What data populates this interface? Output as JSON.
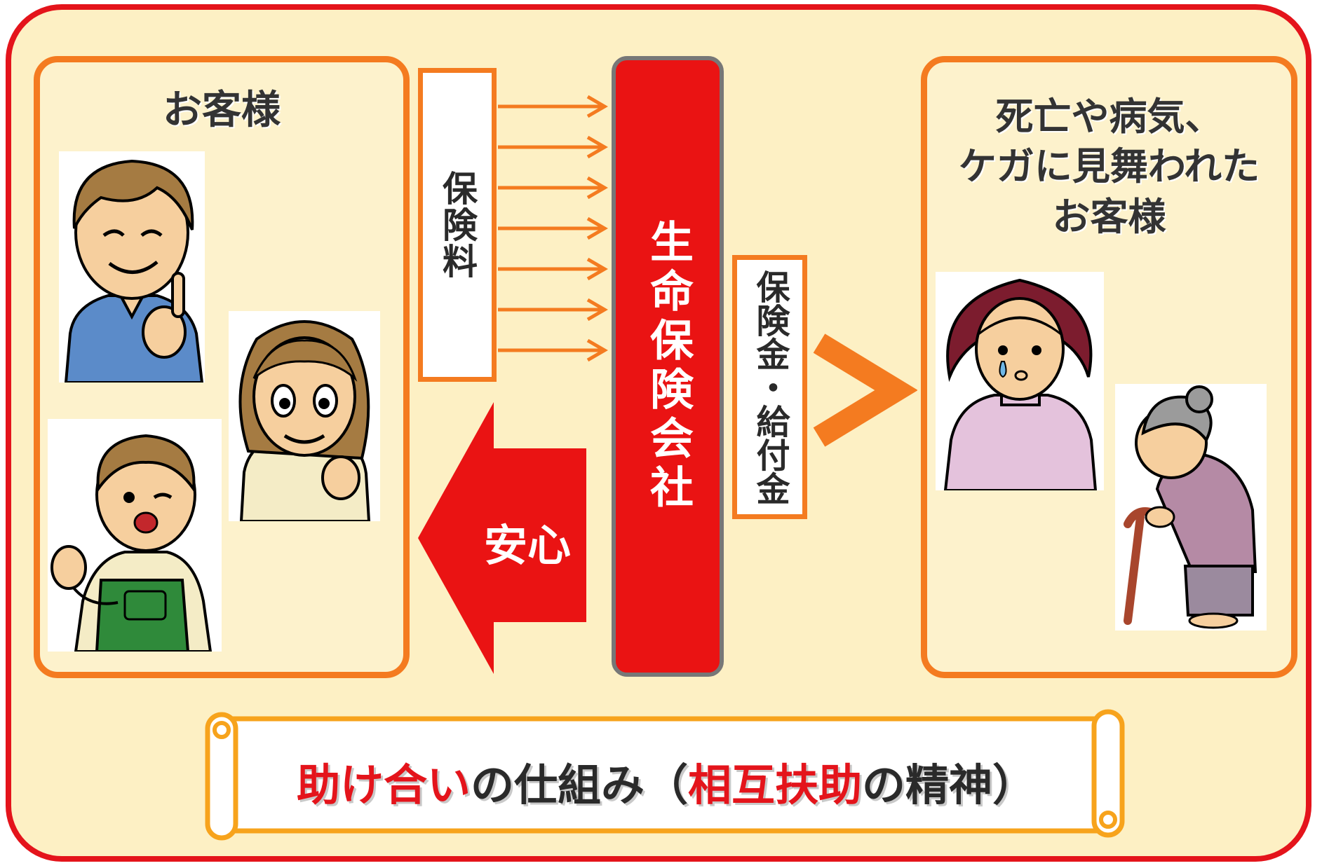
{
  "colors": {
    "frame_red": "#e4141b",
    "accent_orange": "#f47b20",
    "background_cream": "#fdf0c4",
    "insurer_red": "#ea1313"
  },
  "left_panel": {
    "title": "お客様",
    "figures": [
      "man-pointing-icon",
      "woman-thumbs-up-icon",
      "clerk-ok-sign-icon"
    ]
  },
  "premium_label": "保険料",
  "insurer_label": "生命保険会社",
  "relief_label": "安心",
  "benefit_label": "保険金・給付金",
  "right_panel": {
    "title": "死亡や病気、\nケガに見舞われた\nお客様",
    "figures": [
      "crying-woman-icon",
      "elderly-woman-cane-icon"
    ]
  },
  "motto": {
    "part1": "助け合い",
    "part2": "の仕組み（",
    "part3": "相互扶助",
    "part4": "の精神）"
  }
}
